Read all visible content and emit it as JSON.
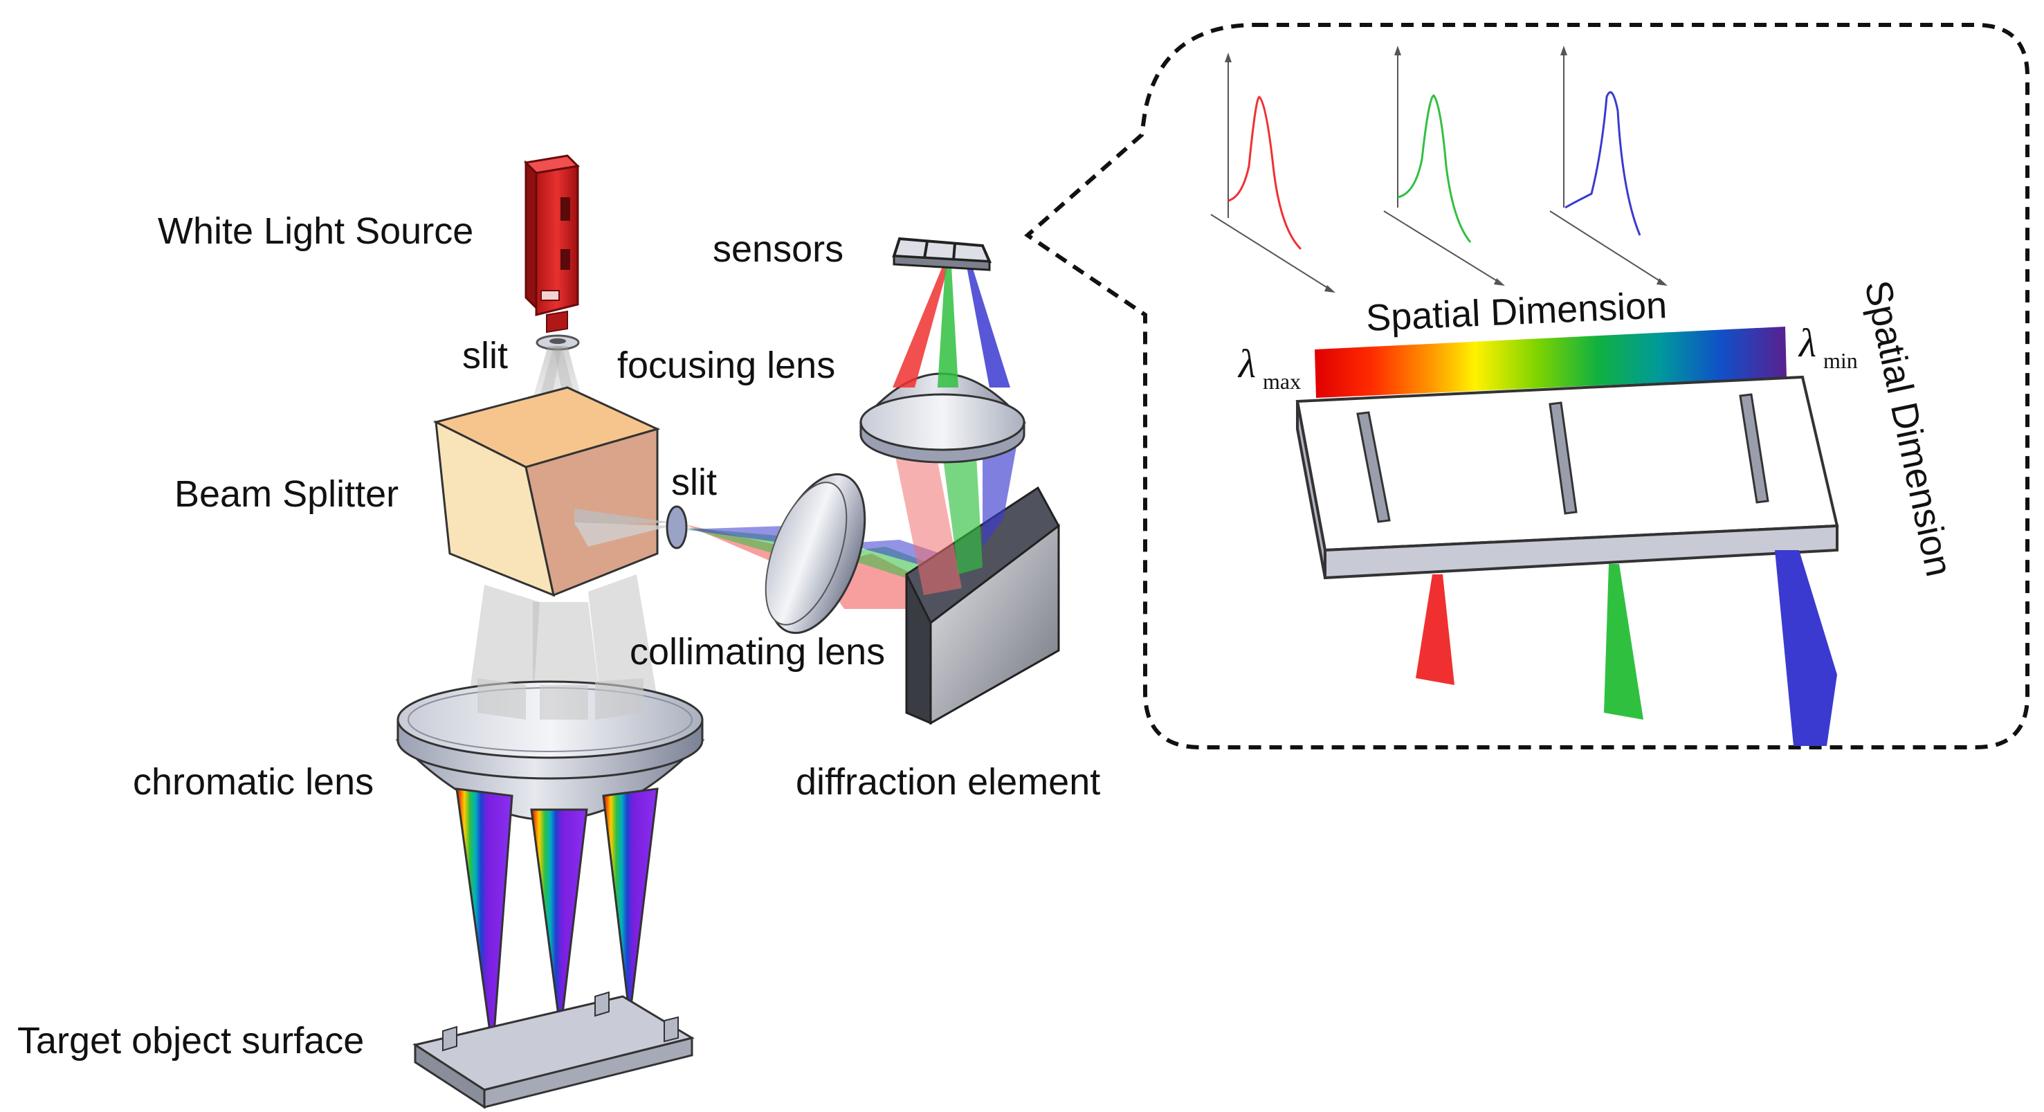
{
  "labels": {
    "white_light_source": "White Light Source",
    "slit_top": "slit",
    "beam_splitter": "Beam Splitter",
    "slit_side": "slit",
    "chromatic_lens": "chromatic lens",
    "target_surface": "Target object surface",
    "sensors": "sensors",
    "focusing_lens": "focusing lens",
    "collimating_lens": "collimating lens",
    "diffraction_element": "diffraction element"
  },
  "detail": {
    "spatial_dimension_horizontal": "Spatial Dimension",
    "spatial_dimension_vertical": "Spatial Dimension",
    "lambda_symbol": "λ",
    "lambda_max_sub": "max",
    "lambda_min_sub": "min"
  },
  "colors": {
    "red": "#f03030",
    "green": "#30c040",
    "blue": "#3a3ad0",
    "source_red": "#e02a2a",
    "splitter_light": "#f8e4b8",
    "splitter_top": "#f6c58e",
    "splitter_side": "#d9a48a",
    "callout_border": "#111111"
  }
}
